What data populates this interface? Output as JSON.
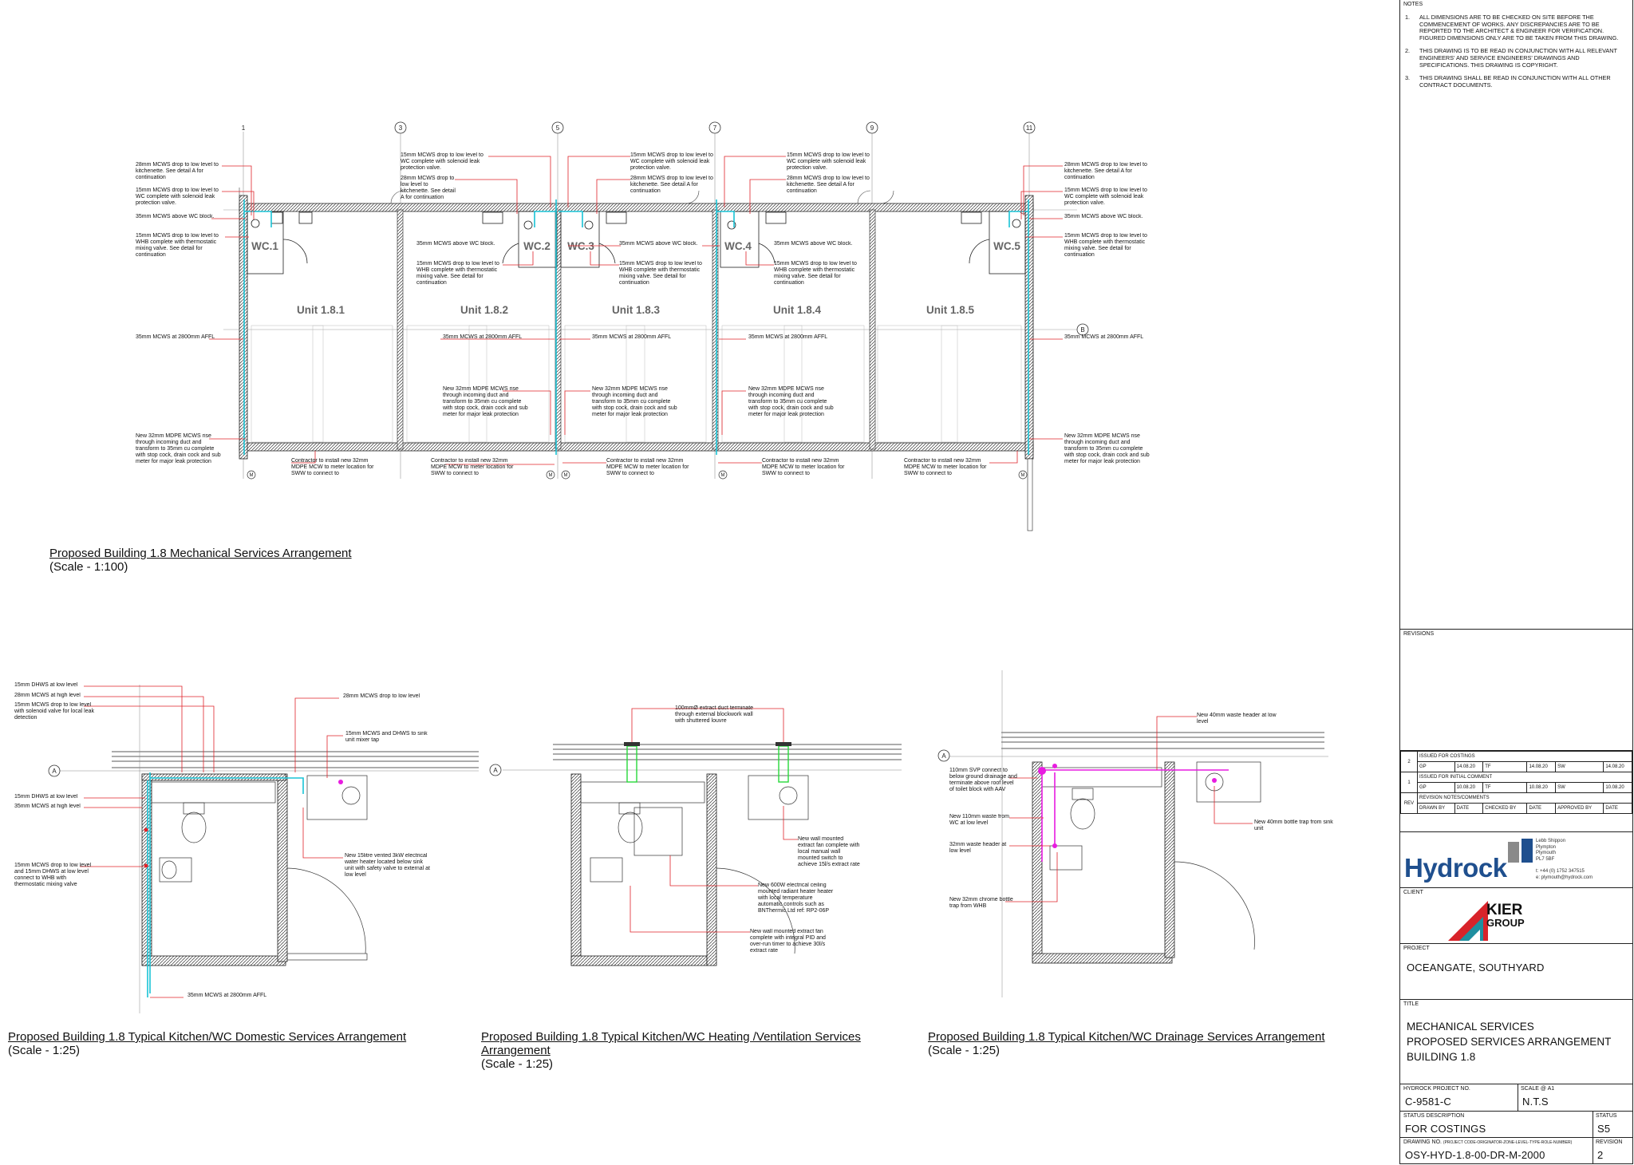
{
  "notes": {
    "heading": "NOTES",
    "items": [
      {
        "num": "1.",
        "text": "ALL DIMENSIONS ARE TO BE CHECKED ON SITE BEFORE THE COMMENCEMENT OF WORKS. ANY DISCREPANCIES ARE TO BE REPORTED TO THE ARCHITECT & ENGINEER FOR VERIFICATION. FIGURED DIMENSIONS ONLY ARE TO BE TAKEN FROM THIS DRAWING."
      },
      {
        "num": "2.",
        "text": "THIS DRAWING IS TO BE READ IN CONJUNCTION WITH ALL RELEVANT ENGINEERS' AND SERVICE ENGINEERS' DRAWINGS AND SPECIFICATIONS. THIS DRAWING IS COPYRIGHT."
      },
      {
        "num": "3.",
        "text": "THIS DRAWING SHALL BE READ IN CONJUNCTION WITH ALL OTHER CONTRACT DOCUMENTS."
      }
    ]
  },
  "revisions": {
    "heading": "REVISIONS",
    "rows": [
      {
        "rev": "2",
        "desc": "ISSUED FOR COSTINGS",
        "drawn": "GP",
        "date1": "14.08.20",
        "checked": "TF",
        "date2": "14.08.20",
        "approved": "SW",
        "date3": "14.08.20"
      },
      {
        "rev": "1",
        "desc": "ISSUED FOR INITIAL COMMENT",
        "drawn": "GP",
        "date1": "10.08.20",
        "checked": "TF",
        "date2": "10.08.20",
        "approved": "SW",
        "date3": "10.08.20"
      }
    ],
    "header": {
      "rev": "REV",
      "desc": "REVISION NOTES/COMMENTS",
      "drawn": "DRAWN BY",
      "date": "DATE",
      "checked": "CHECKED BY",
      "approved": "APPROVED BY"
    }
  },
  "consultant": {
    "logo": "Hydrock",
    "address": [
      "Lebb Shippon",
      "Plympton",
      "Plymouth",
      "PL7 5BF"
    ],
    "phone": "t: +44 (0) 1752 347515",
    "email": "e: plymouth@hydrock.com"
  },
  "client": {
    "label": "CLIENT",
    "logo_line1": "KIER",
    "logo_line2": "GROUP"
  },
  "project": {
    "label": "PROJECT",
    "value": "OCEANGATE, SOUTHYARD"
  },
  "title": {
    "label": "TITLE",
    "lines": [
      "MECHANICAL SERVICES",
      "PROPOSED SERVICES ARRANGEMENT",
      "BUILDING 1.8"
    ]
  },
  "meta": {
    "project_no_label": "HYDROCK PROJECT NO.",
    "project_no": "C-9581-C",
    "scale_label": "SCALE @ A1",
    "scale": "N.T.S",
    "status_desc_label": "STATUS DESCRIPTION",
    "status_desc": "FOR COSTINGS",
    "status_label": "STATUS",
    "status": "S5",
    "drawing_no_label": "DRAWING NO.",
    "drawing_no_hint": "(PROJECT CODE-ORIGINATOR-ZONE-LEVEL-TYPE-ROLE-NUMBER)",
    "drawing_no": "OSY-HYD-1.8-00-DR-M-2000",
    "revision_label": "REVISION",
    "revision": "2"
  },
  "plan": {
    "grid": [
      "1",
      "3",
      "5",
      "7",
      "9",
      "11"
    ],
    "grid_rows": [
      "A",
      "B"
    ],
    "units": [
      "Unit 1.8.1",
      "Unit 1.8.2",
      "Unit 1.8.3",
      "Unit 1.8.4",
      "Unit 1.8.5"
    ],
    "wcs": [
      "WC.1",
      "WC.2",
      "WC.3",
      "WC.4",
      "WC.5"
    ],
    "meter_mark": "M",
    "notes": {
      "n28_kitchen": "28mm MCWS drop to low level to kitchenette. See detail A for continuation",
      "n15_wc": "15mm MCWS drop to low level to WC complete with solenoid leak protection valve.",
      "n35_wc": "35mm MCWS above WC block.",
      "n15_whb": "15mm MCWS drop to low level to WHB complete with thermostatic mixing valve. See detail for continuation",
      "n35_affl": "35mm MCWS at 2800mm AFFL",
      "n32_rise": "New 32mm MDPE MCWS rise through incoming duct and transform to 35mm cu complete with stop cock, drain cock and sub meter for major leak protection",
      "contractor": "Contractor to install new 32mm MDPE MCW to meter location for SWW to connect to"
    },
    "caption": "Proposed Building 1.8 Mechanical Services Arrangement",
    "scale": "(Scale - 1:100)"
  },
  "details": {
    "domestic": {
      "caption": "Proposed Building 1.8 Typical Kitchen/WC Domestic Services Arrangement",
      "scale": "(Scale - 1:25)",
      "grid": "A",
      "notes": {
        "dhws_low": "15mm DHWS at low level",
        "mcws_high": "28mm MCWS at high level",
        "mcws_drop_leak": "15mm MCWS drop to low level with solenoid valve for local leak detection",
        "mcws_drop": "28mm MCWS drop to low level",
        "sink": "15mm MCWS and DHWS to sink unit mixer tap",
        "dhws_low2": "15mm DHWS at low level",
        "mcws35_high": "35mm MCWS at high level",
        "whb": "15mm MCWS drop to low level and 15mm DHWS at low level connect to WHB with thermostatic mixing valve",
        "heater": "New 15litre vented 3kW electrical water heater located below sink unit with safety valve to external at low level",
        "affl": "35mm MCWS at 2800mm AFFL"
      }
    },
    "heating": {
      "caption": "Proposed Building 1.8 Typical Kitchen/WC Heating /Ventilation Services Arrangement",
      "scale": "(Scale - 1:25)",
      "grid": "A",
      "notes": {
        "duct": "100mmØ extract duct terminate through external blockwork wall with shuttered louvre",
        "fan_kitchen": "New wall mounted extract fan complete with local manual wall mounted switch to achieve 15l/s extract rate",
        "heater": "New 600W electrical ceiling mounted radiant heater heater with local temperature automatic controls such as BNThermic Ltd ref: RP2-06P",
        "fan_wc": "New wall mounted extract fan complete with integral PID and over-run timer to achieve 30l/s extract rate"
      }
    },
    "drainage": {
      "caption": "Proposed Building 1.8 Typical Kitchen/WC Drainage Services Arrangement",
      "scale": "(Scale - 1:25)",
      "grid": "A",
      "notes": {
        "header40": "New 40mm waste header at low level",
        "svp": "110mm SVP connect to below ground drainage and terminate above roof level of toilet block with AAV",
        "waste110": "New 110mm waste from WC at low level",
        "bottle40": "New 40mm bottle trap from sink unit",
        "header32": "32mm waste header at low level",
        "chrome": "New 32mm chrome bottle trap from WHB"
      }
    }
  },
  "colors": {
    "ink": "#111111",
    "leader": "#e0242a",
    "cold_water": "#19c3d6",
    "drainage": "#e81ce0",
    "vent": "#27d83a",
    "hydrock_blue": "#1f4f8e",
    "kier_red": "#d8232a"
  }
}
